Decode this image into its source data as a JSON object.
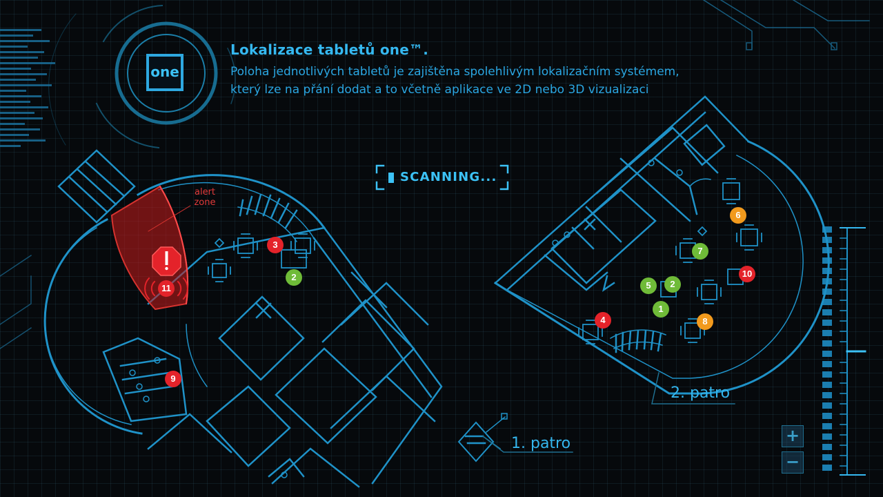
{
  "header": {
    "logo_text": "one",
    "title": "Lokalizace tabletů one™.",
    "description": "Poloha jednotlivých tabletů je zajištěna spolehlivým lokalizačním systémem, který lze na přání dodat a to včetně aplikace ve 2D nebo 3D vizualizaci"
  },
  "status": {
    "scanning_label": "SCANNING..."
  },
  "alert": {
    "label": "alert zone",
    "marker": "11"
  },
  "floors": [
    {
      "label": "1. patro",
      "markers": [
        "3",
        "2",
        "9",
        "11"
      ]
    },
    {
      "label": "2. patro",
      "markers": [
        "6",
        "7",
        "10",
        "5",
        "2",
        "1",
        "4",
        "8"
      ]
    }
  ],
  "markers": {
    "f1_3": "3",
    "f1_2": "2",
    "f1_9": "9",
    "f1_11": "11",
    "f2_6": "6",
    "f2_7": "7",
    "f2_10": "10",
    "f2_5": "5",
    "f2_2": "2",
    "f2_1": "1",
    "f2_4": "4",
    "f2_8": "8"
  },
  "marker_colors": {
    "red": "#e4232a",
    "green": "#6fbb38",
    "orange": "#f29a1d"
  },
  "colors": {
    "accent": "#30b4ec",
    "background": "#06090c",
    "alert": "#e23a3a"
  },
  "zoom": {
    "in_label": "+",
    "out_label": "−"
  }
}
